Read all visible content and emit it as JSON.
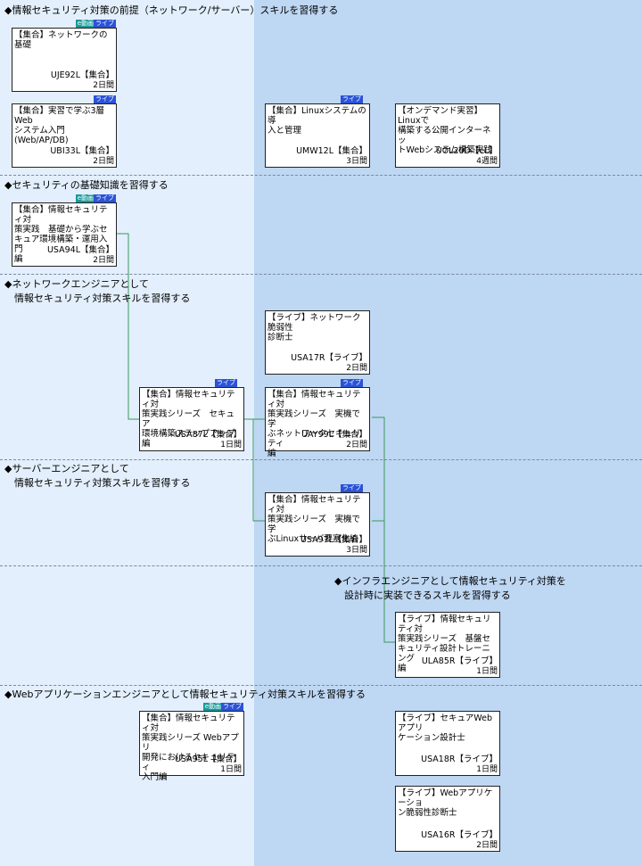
{
  "sections": [
    {
      "id": "s1",
      "title": "◆情報セキュリティ対策の前提（ネットワーク/サーバー）スキルを習得する"
    },
    {
      "id": "s2",
      "title": "◆セキュリティの基礎知識を習得する"
    },
    {
      "id": "s3",
      "title": "◆ネットワークエンジニアとして\n　情報セキュリティ対策スキルを習得する"
    },
    {
      "id": "s4",
      "title": "◆サーバーエンジニアとして\n　情報セキュリティ対策スキルを習得する"
    },
    {
      "id": "s5",
      "title": "◆インフラエンジニアとして情報セキュリティ対策を\n　設計時に実装できるスキルを習得する"
    },
    {
      "id": "s6",
      "title": "◆Webアプリケーションエンジニアとして情報セキュリティ対策スキルを習得する"
    }
  ],
  "badges": {
    "live": "ライブ",
    "elearning": "e動画"
  },
  "courses": [
    {
      "title": "【集合】ネットワークの基礎",
      "code": "UJE92L【集合】",
      "duration": "2日間",
      "live": true,
      "e": true
    },
    {
      "title": "【集合】実習で学ぶ3層Web\nシステム入門\n(Web/AP/DB)",
      "code": "UBI33L【集合】",
      "duration": "2日間",
      "live": true,
      "e": false
    },
    {
      "title": "【集合】Linuxシステムの導\n入と管理",
      "code": "UMW12L【集合】",
      "duration": "3日間",
      "live": true,
      "e": false
    },
    {
      "title": "【オンデマンド実習】Linuxで\n構築する公開インターネッ\nトWebシステム構築実践",
      "code": "UOL20D【eL】",
      "duration": "4週間",
      "live": false,
      "e": false
    },
    {
      "title": "【集合】情報セキュリティ対\n策実践　基礎から学ぶセ\nキュア環境構築・運用入門\n編",
      "code": "USA94L【集合】",
      "duration": "2日間",
      "live": true,
      "e": true
    },
    {
      "title": "【ライブ】ネットワーク脆弱性\n診断士",
      "code": "USA17R【ライブ】",
      "duration": "2日間",
      "live": false,
      "e": false
    },
    {
      "title": "【集合】情報セキュリティ対\n策実践シリーズ　セキュア\n環境構築ステップアップ編",
      "code": "USA87L【集合】",
      "duration": "1日間",
      "live": true,
      "e": false
    },
    {
      "title": "【集合】情報セキュリティ対\n策実践シリーズ　実機で学\nぶネットワークセキュリティ\n編",
      "code": "UAY99L【集合】",
      "duration": "2日間",
      "live": true,
      "e": false
    },
    {
      "title": "【集合】情報セキュリティ対\n策実践シリーズ　実機で学\nぶLinuxサーバ要塞化編",
      "code": "USA97L【集合】",
      "duration": "3日間",
      "live": true,
      "e": false
    },
    {
      "title": "【ライブ】情報セキュリティ対\n策実践シリーズ　基盤セ\nキュリティ設計トレーニング\n編",
      "code": "ULA85R【ライブ】",
      "duration": "1日間",
      "live": false,
      "e": false
    },
    {
      "title": "【集合】情報セキュリティ対\n策実践シリーズ Webアプリ\n開発におけるセキュリティ\n入門編",
      "code": "USA95L【集合】",
      "duration": "1日間",
      "live": true,
      "e": true
    },
    {
      "title": "【ライブ】セキュアWebアプリ\nケーション設計士",
      "code": "USA18R【ライブ】",
      "duration": "1日間",
      "live": false,
      "e": false
    },
    {
      "title": "【ライブ】Webアプリケーショ\nン脆弱性診断士",
      "code": "USA16R【ライブ】",
      "duration": "2日間",
      "live": false,
      "e": false
    }
  ]
}
